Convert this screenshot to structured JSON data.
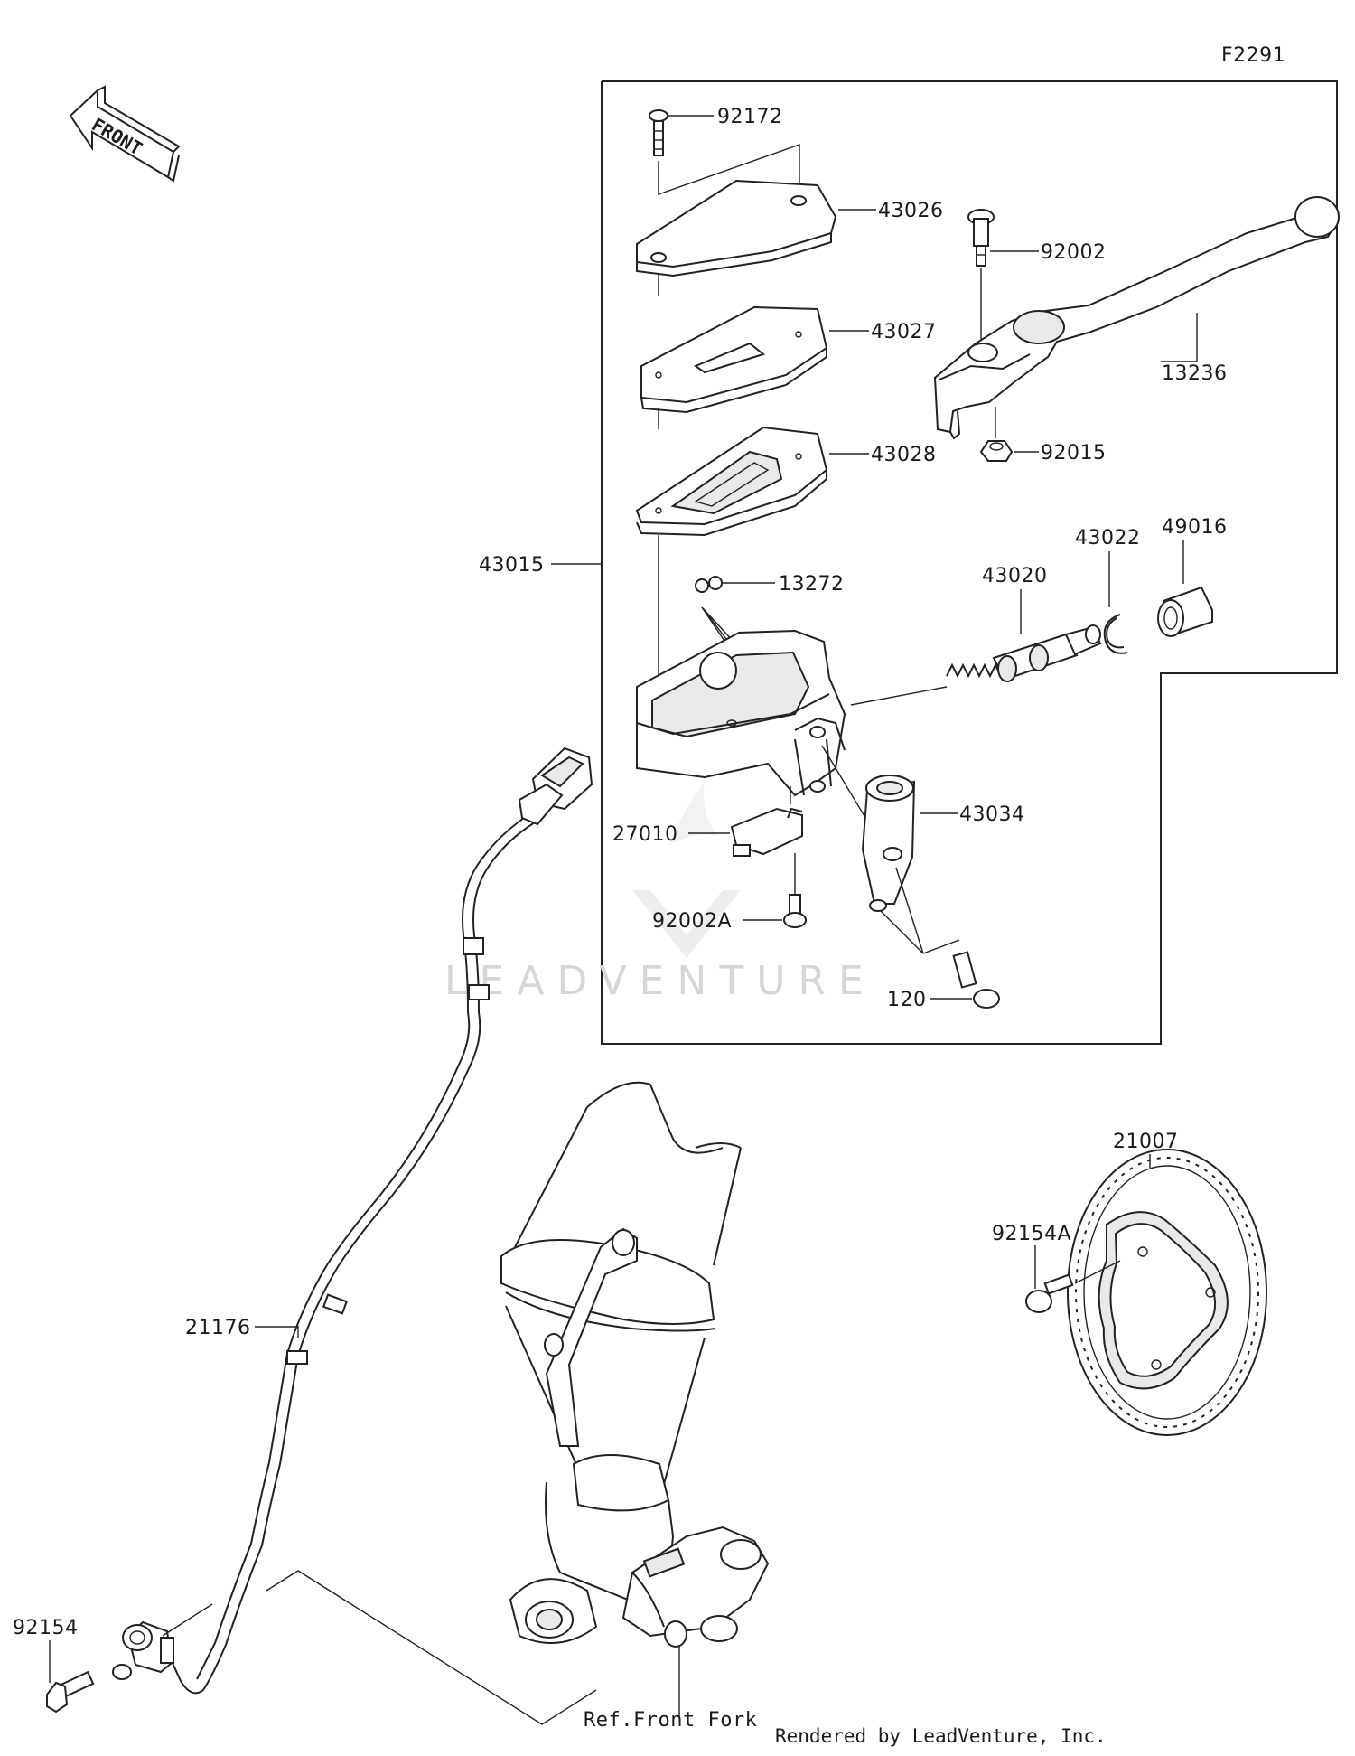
{
  "diagram_code": "F2291",
  "front_arrow_text": "FRONT",
  "labels": {
    "p92172": "92172",
    "p43026": "43026",
    "p92002": "92002",
    "p43027": "43027",
    "p13236": "13236",
    "p43028": "43028",
    "p92015": "92015",
    "p43022": "43022",
    "p49016": "49016",
    "p43015": "43015",
    "p43020": "43020",
    "p13272": "13272",
    "p27010": "27010",
    "p43034": "43034",
    "p92002A": "92002A",
    "p120": "120",
    "p21007": "21007",
    "p92154A": "92154A",
    "p21176": "21176",
    "p92154": "92154",
    "ref_front_fork": "Ref.Front Fork"
  },
  "watermark": "LEADVENTURE",
  "footer_credit": "Rendered by LeadVenture, Inc."
}
